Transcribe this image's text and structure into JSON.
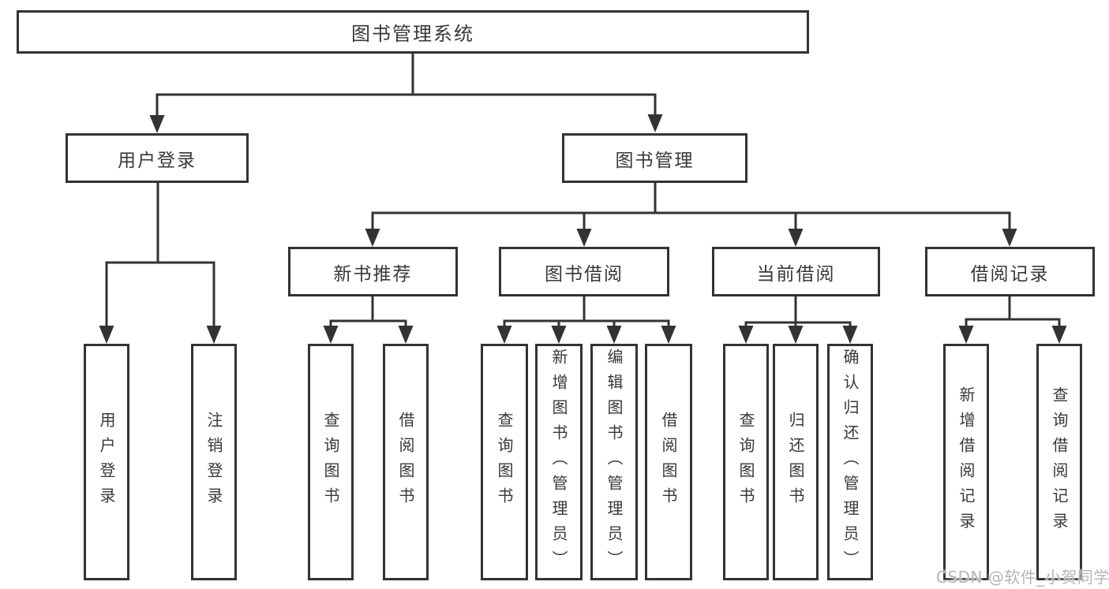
{
  "root": {
    "label": "图书管理系统"
  },
  "branches": {
    "user_login": {
      "label": "用户登录"
    },
    "book_mgmt": {
      "label": "图书管理"
    }
  },
  "modules": {
    "new_book": {
      "label": "新书推荐"
    },
    "book_borrow": {
      "label": "图书借阅"
    },
    "current_borrow": {
      "label": "当前借阅"
    },
    "borrow_record": {
      "label": "借阅记录"
    }
  },
  "leaves": {
    "user_login": [
      "用户登录",
      "注销登录"
    ],
    "new_book": [
      "查询图书",
      "借阅图书"
    ],
    "book_borrow": [
      "查询图书",
      "新增图书（管理员）",
      "编辑图书（管理员）",
      "借阅图书"
    ],
    "current_borrow": [
      "查询图书",
      "归还图书",
      "确认归还（管理员）"
    ],
    "borrow_record": [
      "新增借阅记录",
      "查询借阅记录"
    ]
  },
  "watermark": "CSDN @软件_小贺同学",
  "colors": {
    "line": "#333333",
    "text": "#383838",
    "watermark": "#b5b5b5",
    "background": "#ffffff"
  }
}
